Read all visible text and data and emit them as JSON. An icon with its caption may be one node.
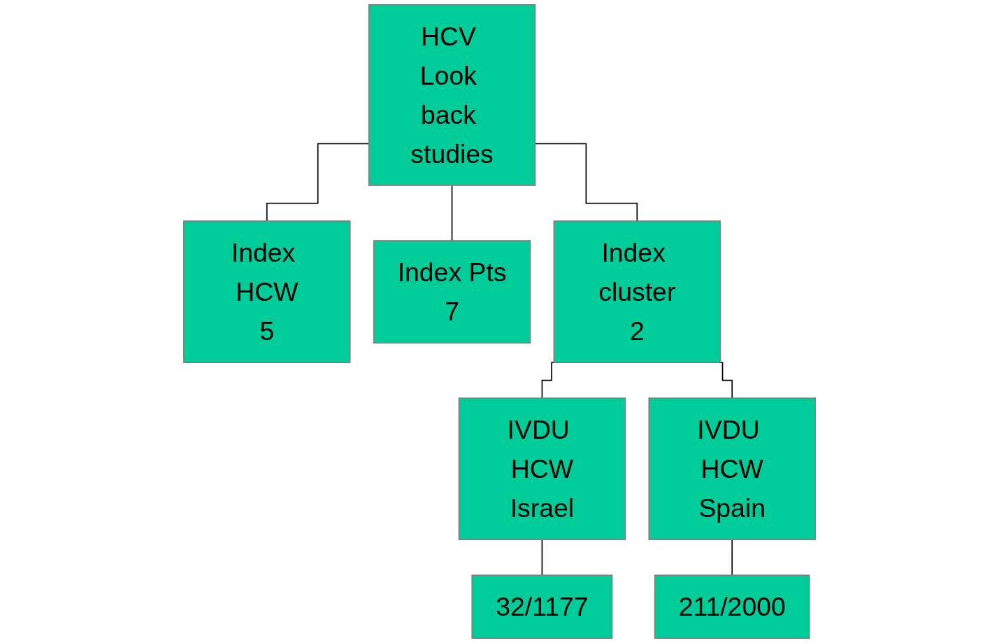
{
  "diagram": {
    "nodes": [
      {
        "text": [
          "HCV Look back studies"
        ]
      },
      {
        "text": [
          "Index HCW",
          "5"
        ]
      },
      {
        "text": [
          "Index Pts",
          "7"
        ]
      },
      {
        "text": [
          "Index cluster",
          "2"
        ]
      },
      {
        "text": [
          "IVDU HCW",
          "Israel"
        ]
      },
      {
        "text": [
          "IVDU HCW",
          "Spain"
        ]
      },
      {
        "text": [
          "32/1177"
        ]
      },
      {
        "text": [
          "211/2000"
        ]
      }
    ],
    "edges": [
      {
        "from": 0,
        "to": 1,
        "arrow": "none"
      },
      {
        "from": 0,
        "to": 2,
        "arrow": "none"
      },
      {
        "from": 0,
        "to": 3,
        "arrow": "none"
      },
      {
        "from": 3,
        "to": 4,
        "arrow": "none"
      },
      {
        "from": 3,
        "to": 5,
        "arrow": "none"
      },
      {
        "from": 4,
        "to": 6,
        "arrow": "none"
      },
      {
        "from": 5,
        "to": 7,
        "arrow": "none"
      }
    ]
  }
}
